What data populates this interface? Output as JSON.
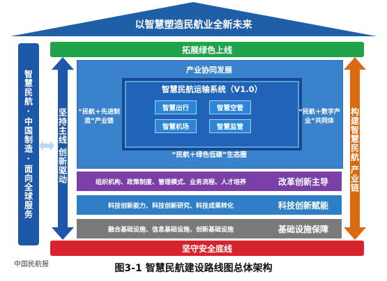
{
  "roof": {
    "label": "以智慧塑造民航业全新未来",
    "color": "#1f5fa8"
  },
  "top_band": {
    "label": "拓展绿色上线",
    "color": "#21a34a"
  },
  "bottom_band": {
    "label": "坚守安全底线",
    "color": "#d8222c"
  },
  "left_column": {
    "label": "智慧民航 · 中国制造 · 面向全球服务"
  },
  "left_arrow": {
    "label": "坚持主线 创新驱动"
  },
  "right_arrow": {
    "label": "构建智慧民航 产业链"
  },
  "industry": {
    "title": "产业协同发展",
    "platform_title": "智慧民航运输系统（V1.0）",
    "cells": [
      "智慧出行",
      "智慧空管",
      "智慧机场",
      "智慧监管"
    ],
    "left_note": "“民航＋先进制造”产业链",
    "right_note": "“民航＋数字产业”共同体",
    "eco": "“民航＋绿色低碳”生态圈"
  },
  "rows": [
    {
      "title": "改革创新主导",
      "text": "组织机构、政策制度、管理模式、业务流程、人才培养",
      "color": "#7b3fa8"
    },
    {
      "title": "科技创新赋能",
      "text": "科技创新能力、科技创新研究、科技成果转化",
      "color": "#2f7fc6"
    },
    {
      "title": "基础设施保障",
      "text": "融合基础设施、信息基础设施、创新基础设施",
      "color": "#7a7a7a"
    }
  ],
  "caption": "图3-1 智慧民航建设路线图总体架构",
  "stamp": "中国民航报"
}
